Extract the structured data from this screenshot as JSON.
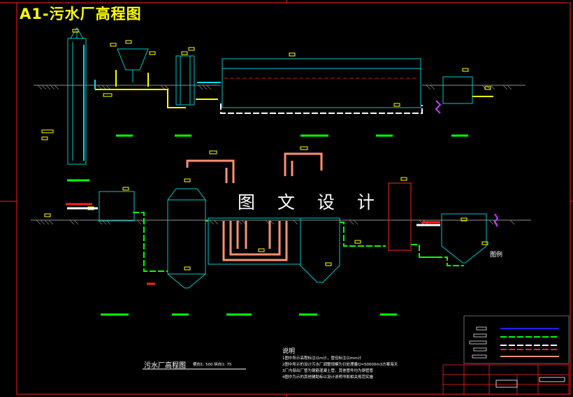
{
  "title": "A1-污水厂高程图",
  "watermark": "图 文 设 计",
  "legend_label": "图例",
  "notes": {
    "heading": "说明",
    "lines": [
      "1图中所示高程标注以m计，管径标注以mm计",
      "2图中所示的设计污水厂调整规模为日处理量Q=50000m3方案海天",
      "3厂内部出厂管为钢筋混凝土管，其他管件均为钢管管",
      "4图中为示的其他辅助标以设计说明书和相关规范实施"
    ]
  },
  "drawing": {
    "title": "污水厂高程图",
    "scale": "横向1: 500 纵向1: 75"
  },
  "colors": {
    "frame": "#ff2020",
    "structure": "#00c8c8",
    "sludge_line": "#ffff00",
    "return_line": "#ffffff",
    "effluent_line": "#00ff00",
    "gas_line": "#ff9070",
    "label": "#ffff00",
    "legend_blue": "#2020ff"
  }
}
